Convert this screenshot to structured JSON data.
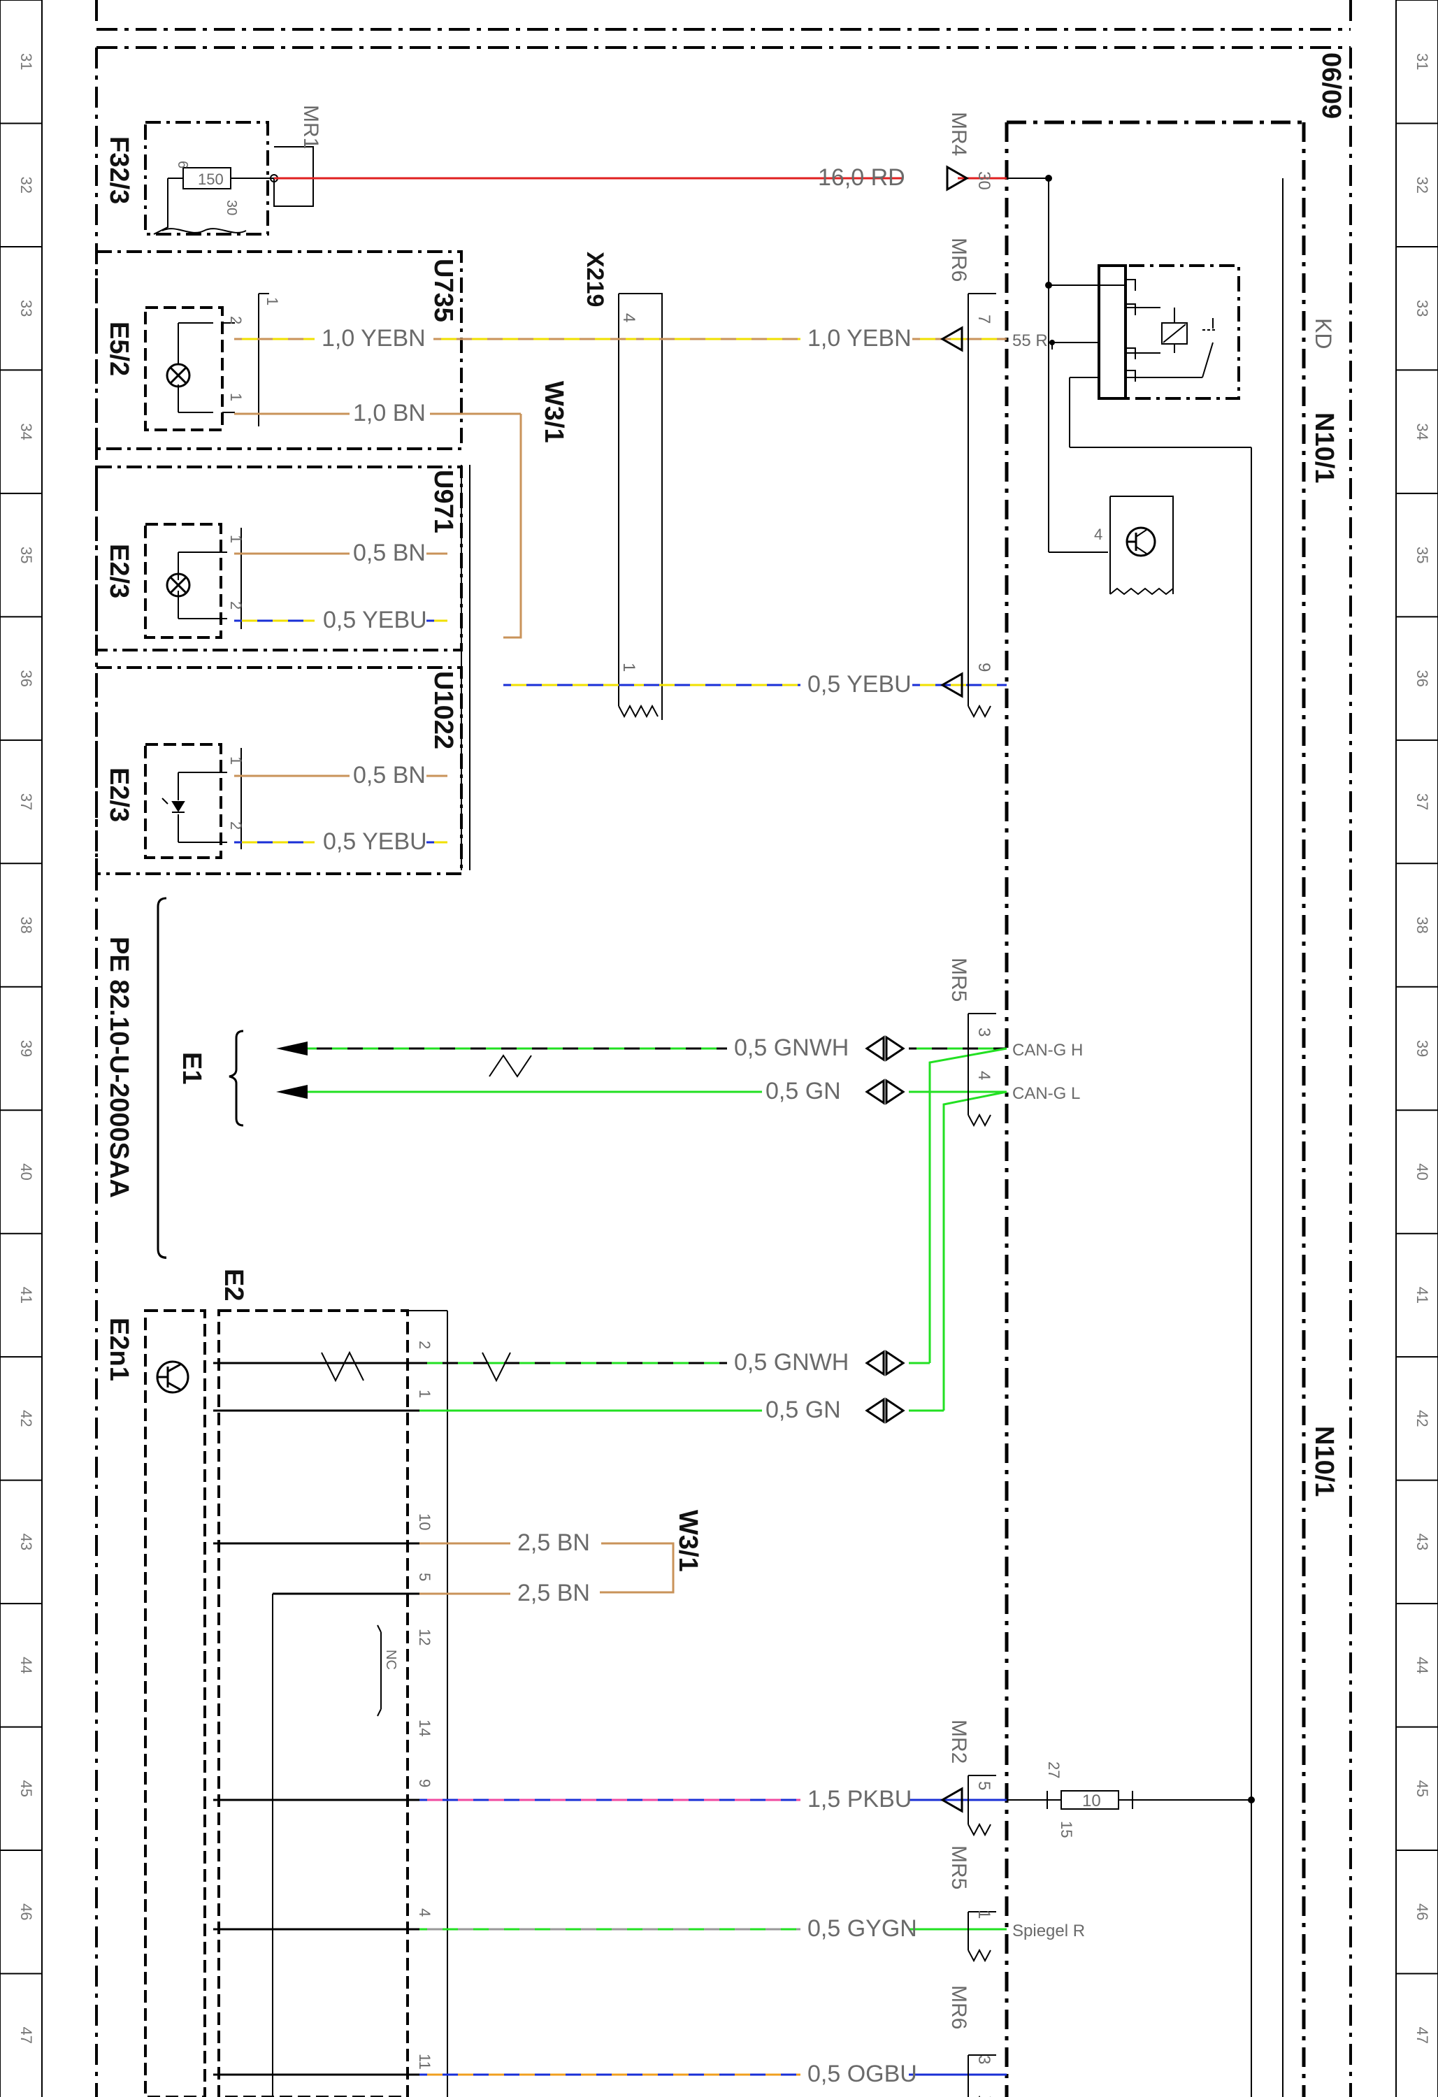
{
  "ruler": {
    "rows": [
      "31",
      "32",
      "33",
      "34",
      "35",
      "36",
      "37",
      "38",
      "39",
      "40",
      "41",
      "42",
      "43",
      "44",
      "45",
      "46",
      "47"
    ]
  },
  "components": {
    "f32_3": "F32/3",
    "f32_3_rating": "150",
    "f32_3_pin_6": "6",
    "f32_3_pin_30": "30",
    "e5_2": "E5/2",
    "e2_3_lamp": "E2/3",
    "e2_3_led": "E2/3",
    "e2n1": "E2n1",
    "e2": "E2",
    "e1": "E1",
    "u735": "U735",
    "u971": "U971",
    "u1022": "U1022",
    "x219": "X219",
    "w3_1_top": "W3/1",
    "w3_1_bottom": "W3/1",
    "n10_1_top": "N10/1",
    "n10_1_bottom": "N10/1",
    "kd": "KD",
    "ref_09_06": "06/09",
    "pe_reference": "PE 82.10-U-2000SAA",
    "fuse_rating": "10",
    "fuse_pin_27": "27",
    "fuse_pin_15": "15",
    "nc_label": "NC"
  },
  "connectors": {
    "mr1": "MR1",
    "mr4": "MR4",
    "mr6_top": "MR6",
    "mr5_can": "MR5",
    "mr2": "MR2",
    "mr5_bottom": "MR5",
    "mr6_bottom": "MR6"
  },
  "pins": {
    "n10_30": "30",
    "n10_7": "7",
    "n10_9": "9",
    "n10_3": "3",
    "n10_4": "4",
    "n10_5": "5",
    "n10_1": "1",
    "n10_3b": "3",
    "n10_55r": "55 R",
    "can_h": "CAN-G H",
    "can_l": "CAN-G L",
    "spiegel_r": "Spiegel R",
    "x219_4": "4",
    "x219_1": "1",
    "e5_2_2": "2",
    "e5_2_1": "1",
    "u735_1": "1",
    "e2_3a_1": "1",
    "e2_3a_2": "2",
    "e2_3b_1": "1",
    "e2_3b_2": "2",
    "e2_2": "2",
    "e2_1": "1",
    "e2_10": "10",
    "e2_5": "5",
    "e2_12": "12",
    "e2_14": "14",
    "e2_9": "9",
    "e2_4": "4",
    "e2_11": "11",
    "kd_4": "4"
  },
  "wires": {
    "w_rd": "16,0 RD",
    "w_yebn_a": "1,0 YEBN",
    "w_yebn_b": "1,0 YEBN",
    "w_bn_1": "1,0 BN",
    "w_bn_05a": "0,5 BN",
    "w_yebu_a": "0,5 YEBU",
    "w_yebu_x": "0,5 YEBU",
    "w_bn_05b": "0,5 BN",
    "w_yebu_b": "0,5 YEBU",
    "w_gnwh_a": "0,5 GNWH",
    "w_gn_a": "0,5 GN",
    "w_gnwh_b": "0,5 GNWH",
    "w_gn_b": "0,5 GN",
    "w_bn_25a": "2,5 BN",
    "w_bn_25b": "2,5 BN",
    "w_pkbu": "1,5 PKBU",
    "w_gygn": "0,5 GYGN",
    "w_ogbu": "0,5 OGBU"
  },
  "colors": {
    "rd": "#e02020",
    "yellow": "#f0e000",
    "brown": "#c9935a",
    "blue": "#1a2fd6",
    "green": "#22e022",
    "pink": "#f04aa0",
    "gray": "#999999",
    "orange": "#f0a020",
    "black": "#000000"
  }
}
